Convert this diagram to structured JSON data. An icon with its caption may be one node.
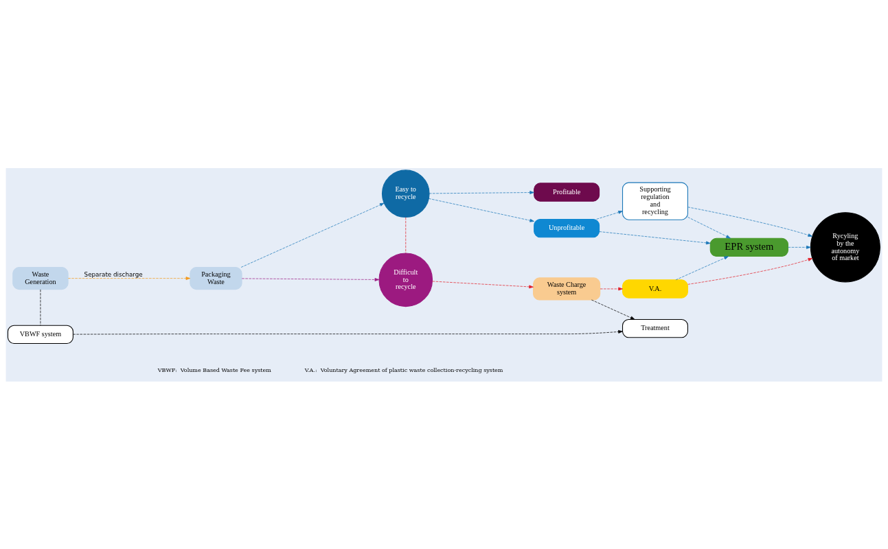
{
  "diagram": {
    "nodes": [
      {
        "text": [
          "Waste Generation"
        ]
      },
      {
        "text": [
          "Packaging Waste"
        ]
      },
      {
        "text": [
          "Easy to recycle"
        ]
      },
      {
        "text": [
          "Profitable"
        ]
      },
      {
        "text": [
          "Unprofitable"
        ]
      },
      {
        "text": [
          "Supporting regulation and recycling"
        ]
      },
      {
        "text": [
          "Rycyling by the autonomy of market"
        ]
      },
      {
        "text": [
          "Difficult to recycle"
        ]
      },
      {
        "text": [
          "EPR system"
        ]
      },
      {
        "text": [
          "VBWF system"
        ]
      },
      {
        "text": [
          "Waste Charge system"
        ]
      },
      {
        "text": [
          "V.A."
        ]
      },
      {
        "text": [
          "Treatment"
        ]
      }
    ],
    "edges": [
      {
        "from": 0,
        "to": 1,
        "arrow": "to",
        "label": "Separate discharge",
        "style": "dashed",
        "color": "#f39a1e"
      },
      {
        "from": 1,
        "to": 2,
        "arrow": "to",
        "style": "dashed",
        "color": "#1a77b8"
      },
      {
        "from": 1,
        "to": 7,
        "arrow": "to",
        "style": "dashed",
        "color": "#9c1f86"
      },
      {
        "from": 2,
        "to": 3,
        "arrow": "to",
        "style": "dashed",
        "color": "#1a77b8"
      },
      {
        "from": 2,
        "to": 4,
        "arrow": "to",
        "style": "dashed",
        "color": "#1a77b8"
      },
      {
        "from": 2,
        "to": 7,
        "arrow": "none",
        "style": "dashed",
        "color": "#e2202a"
      },
      {
        "from": 4,
        "to": 5,
        "arrow": "to",
        "style": "dashed",
        "color": "#1a77b8"
      },
      {
        "from": 4,
        "to": 8,
        "arrow": "to",
        "style": "dashed",
        "color": "#1a77b8"
      },
      {
        "from": 5,
        "to": 6,
        "arrow": "to",
        "style": "dashed",
        "color": "#1a77b8"
      },
      {
        "from": 5,
        "to": 8,
        "arrow": "to",
        "style": "dashed",
        "color": "#1a77b8"
      },
      {
        "from": 8,
        "to": 6,
        "arrow": "to",
        "style": "dashed",
        "color": "#1a77b8"
      },
      {
        "from": 11,
        "to": 6,
        "arrow": "to",
        "style": "dashed",
        "color": "#e2202a"
      },
      {
        "from": 11,
        "to": 8,
        "arrow": "to",
        "style": "dashed",
        "color": "#1a77b8"
      },
      {
        "from": 7,
        "to": 10,
        "arrow": "to",
        "style": "dashed",
        "color": "#e2202a"
      },
      {
        "from": 10,
        "to": 11,
        "arrow": "to",
        "style": "dashed",
        "color": "#e2202a"
      },
      {
        "from": 10,
        "to": 12,
        "arrow": "to",
        "style": "dashed",
        "color": "#000000"
      },
      {
        "from": 0,
        "to": 9,
        "arrow": "none",
        "style": "dashed",
        "color": "#000000"
      },
      {
        "from": 9,
        "to": 12,
        "arrow": "to",
        "style": "dashed",
        "color": "#000000"
      }
    ],
    "labels": [
      "VBWF:  Volume Based Waste Fee system",
      "V.A.:  Voluntary Agreement of plastic waste collection-recycling system"
    ]
  }
}
